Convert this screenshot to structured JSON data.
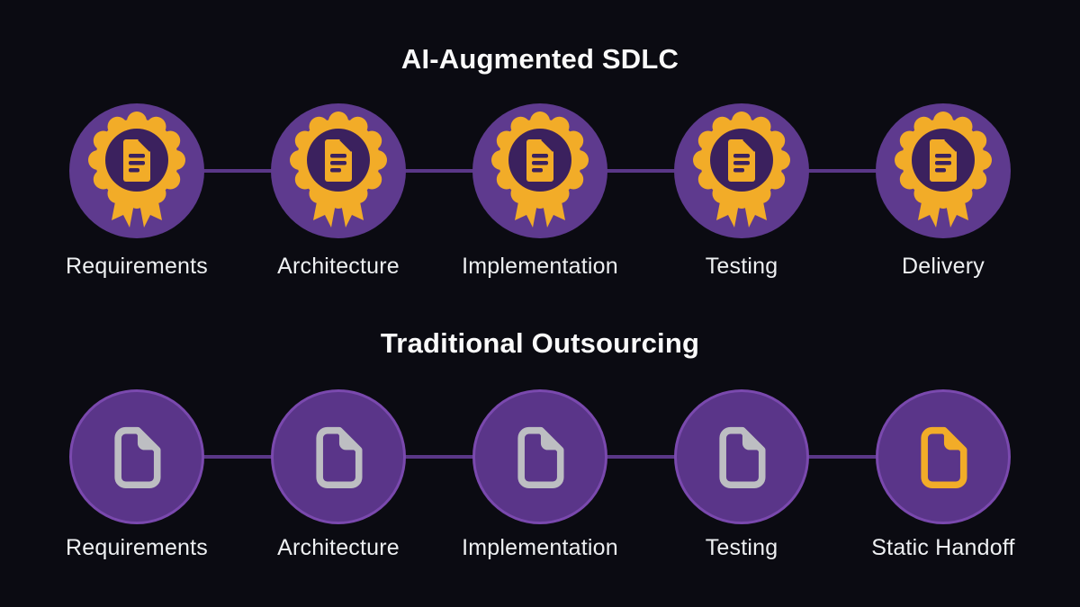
{
  "colors": {
    "background": "#0b0b12",
    "title_text": "#fafafa",
    "label_text": "#eef0f2",
    "connector": "#5a3787",
    "circle_fill": "#5e3a8e",
    "circle_fill_bottom": "#5a3589",
    "circle_border_bottom": "#7a49ae",
    "gold": "#f2ac28",
    "badge_inner": "#3b215e",
    "gray_icon": "#bdbec2"
  },
  "top_flow": {
    "title": "AI-Augmented SDLC",
    "icon": "award-badge-document-icon",
    "stages": [
      {
        "label": "Requirements"
      },
      {
        "label": "Architecture"
      },
      {
        "label": "Implementation"
      },
      {
        "label": "Testing"
      },
      {
        "label": "Delivery"
      }
    ]
  },
  "bottom_flow": {
    "title": "Traditional Outsourcing",
    "icon": "document-file-icon",
    "stages": [
      {
        "label": "Requirements",
        "highlight": false
      },
      {
        "label": "Architecture",
        "highlight": false
      },
      {
        "label": "Implementation",
        "highlight": false
      },
      {
        "label": "Testing",
        "highlight": false
      },
      {
        "label": "Static Handoff",
        "highlight": true
      }
    ]
  }
}
